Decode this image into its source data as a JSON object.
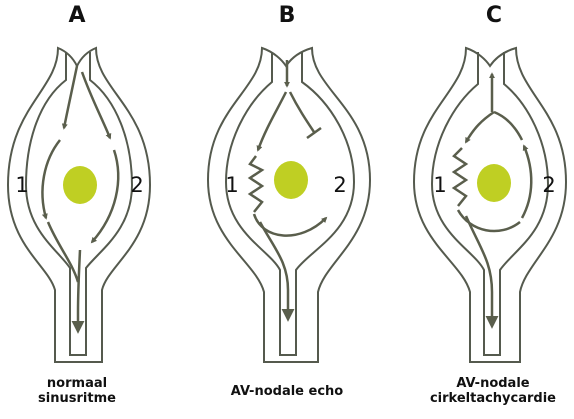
{
  "colors": {
    "outline": "#555a4e",
    "arrow": "#5a5e4c",
    "node": "#bfcf23",
    "text": "#111111"
  },
  "panels": [
    {
      "letter": "A",
      "path_left": "1",
      "path_right": "2",
      "caption_lines": [
        "normaal",
        "sinusritme"
      ]
    },
    {
      "letter": "B",
      "path_left": "1",
      "path_right": "2",
      "caption_lines": [
        "AV-nodale echo"
      ]
    },
    {
      "letter": "C",
      "path_left": "1",
      "path_right": "2",
      "caption_lines": [
        "AV-nodale",
        "cirkeltachycardie"
      ]
    }
  ]
}
